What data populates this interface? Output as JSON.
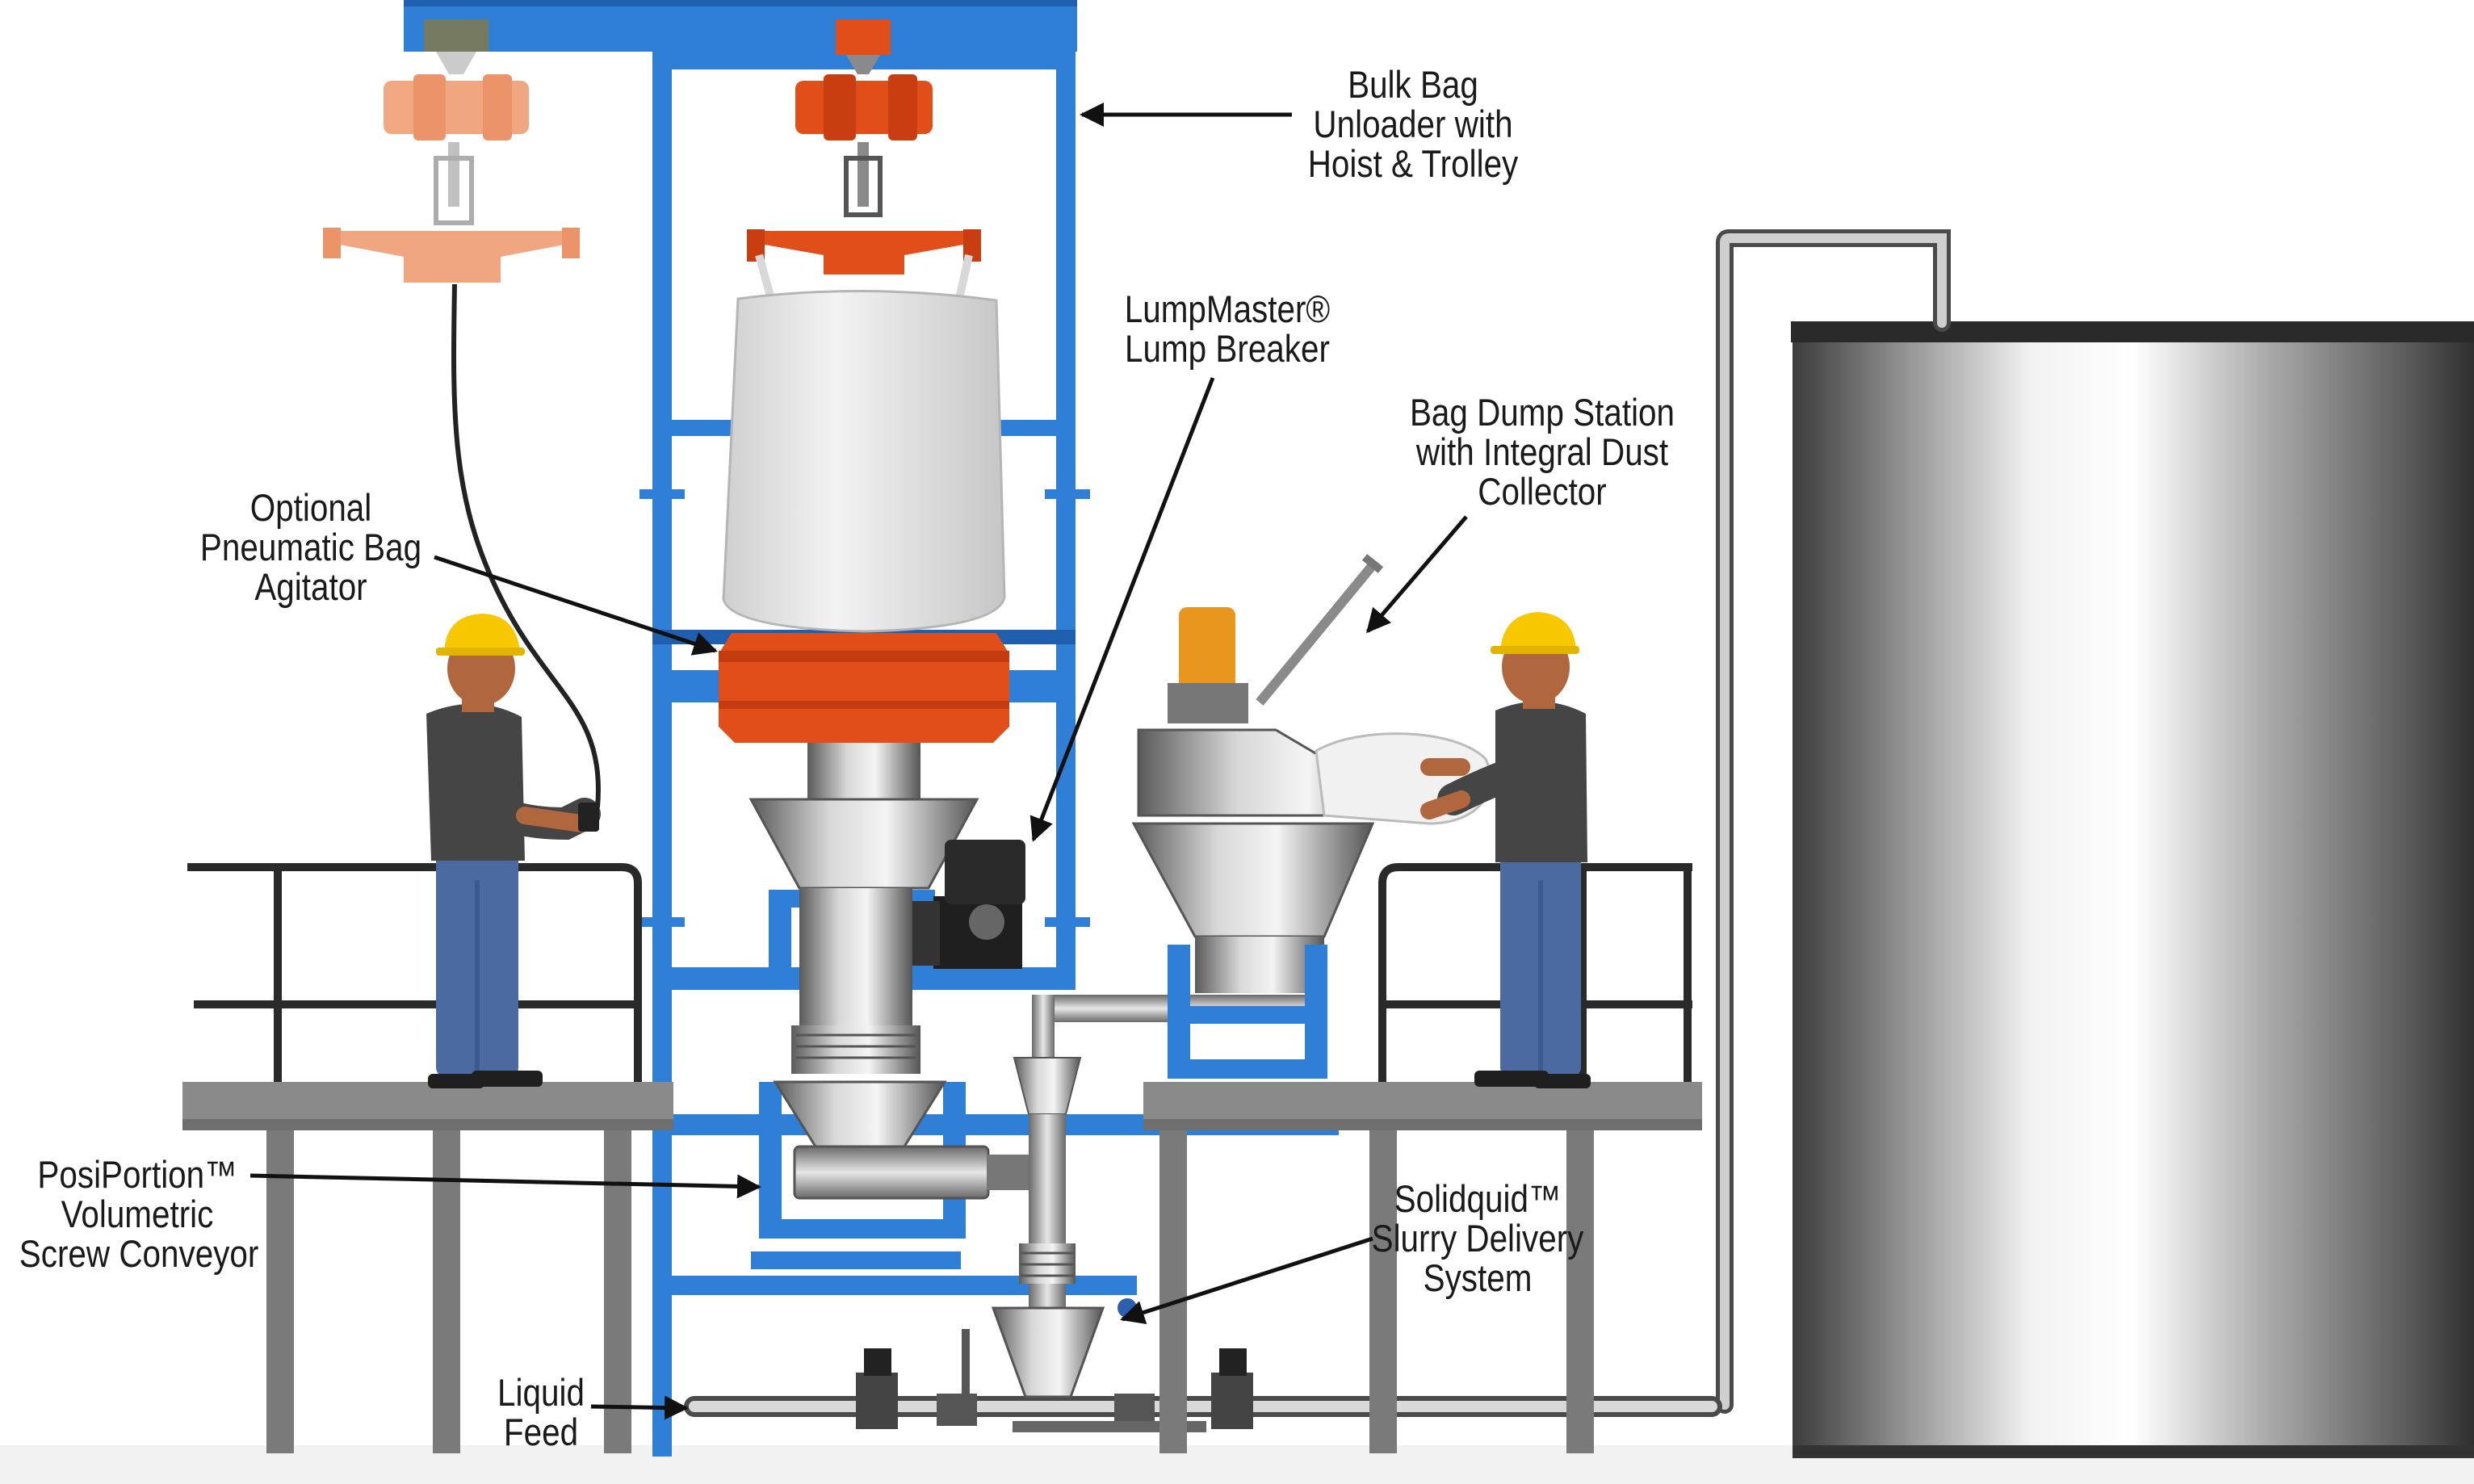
{
  "labels": {
    "bulk_bag_unloader": [
      "Bulk Bag",
      "Unloader with",
      "Hoist & Trolley"
    ],
    "lumpmaster": [
      "LumpMaster®",
      "Lump Breaker"
    ],
    "bag_dump_station": [
      "Bag Dump Station",
      "with Integral Dust",
      "Collector"
    ],
    "optional_agitator": [
      "Optional",
      "Pneumatic Bag",
      "Agitator"
    ],
    "posiportion": [
      "PosiPortion™",
      "Volumetric",
      "Screw Conveyor"
    ],
    "solidquid": [
      "Solidquid™",
      "Slurry Delivery",
      "System"
    ],
    "liquid_feed": [
      "Liquid",
      "Feed"
    ]
  },
  "colors": {
    "frame_blue": "#2f7fd6",
    "frame_blue_dark": "#1f5fae",
    "hoist_orange": "#e04e1a",
    "hoist_faded": "#f1a27c",
    "steel_light": "#dcdcdc",
    "steel_dark": "#6e6e6e",
    "platform": "#8a8a8a",
    "hard_hat": "#f7c800",
    "shirt": "#454545",
    "jeans": "#4a6aa0",
    "skin": "#b0673d"
  }
}
